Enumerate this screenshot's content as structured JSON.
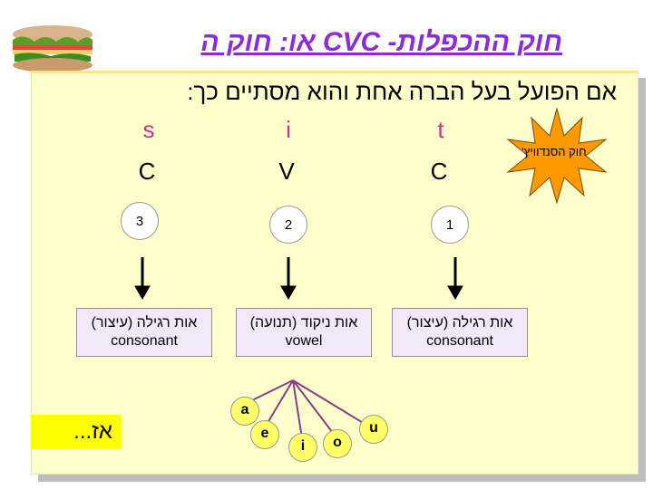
{
  "title": "חוק ההכפלות- CVC או: חוק ה",
  "subtitle": "אם הפועל בעל הברה אחת והוא מסתיים כך:",
  "burst_label": "חוק הסנדוויץ'",
  "columns": [
    {
      "letter": "t",
      "type": "C",
      "number": "1",
      "desc_he": "אות רגילה (עיצור)",
      "desc_en": "consonant"
    },
    {
      "letter": "i",
      "type": "V",
      "number": "2",
      "desc_he": "אות ניקוד (תנועה)",
      "desc_en": "vowel"
    },
    {
      "letter": "s",
      "type": "C",
      "number": "3",
      "desc_he": "אות רגילה (עיצור)",
      "desc_en": "consonant"
    }
  ],
  "vowels": [
    "a",
    "e",
    "i",
    "o",
    "u"
  ],
  "footer": "אז...",
  "icon": "sandwich-icon",
  "colors": {
    "title": "#8a2be2",
    "letters": "#cc3399",
    "panel": "#ffffcc",
    "box": "#f3e8f7",
    "vowel_bubble": "#ffff66",
    "highlight": "#ffff00",
    "burst": "#ff9900",
    "arrow_lines": "#8b3a8b"
  }
}
